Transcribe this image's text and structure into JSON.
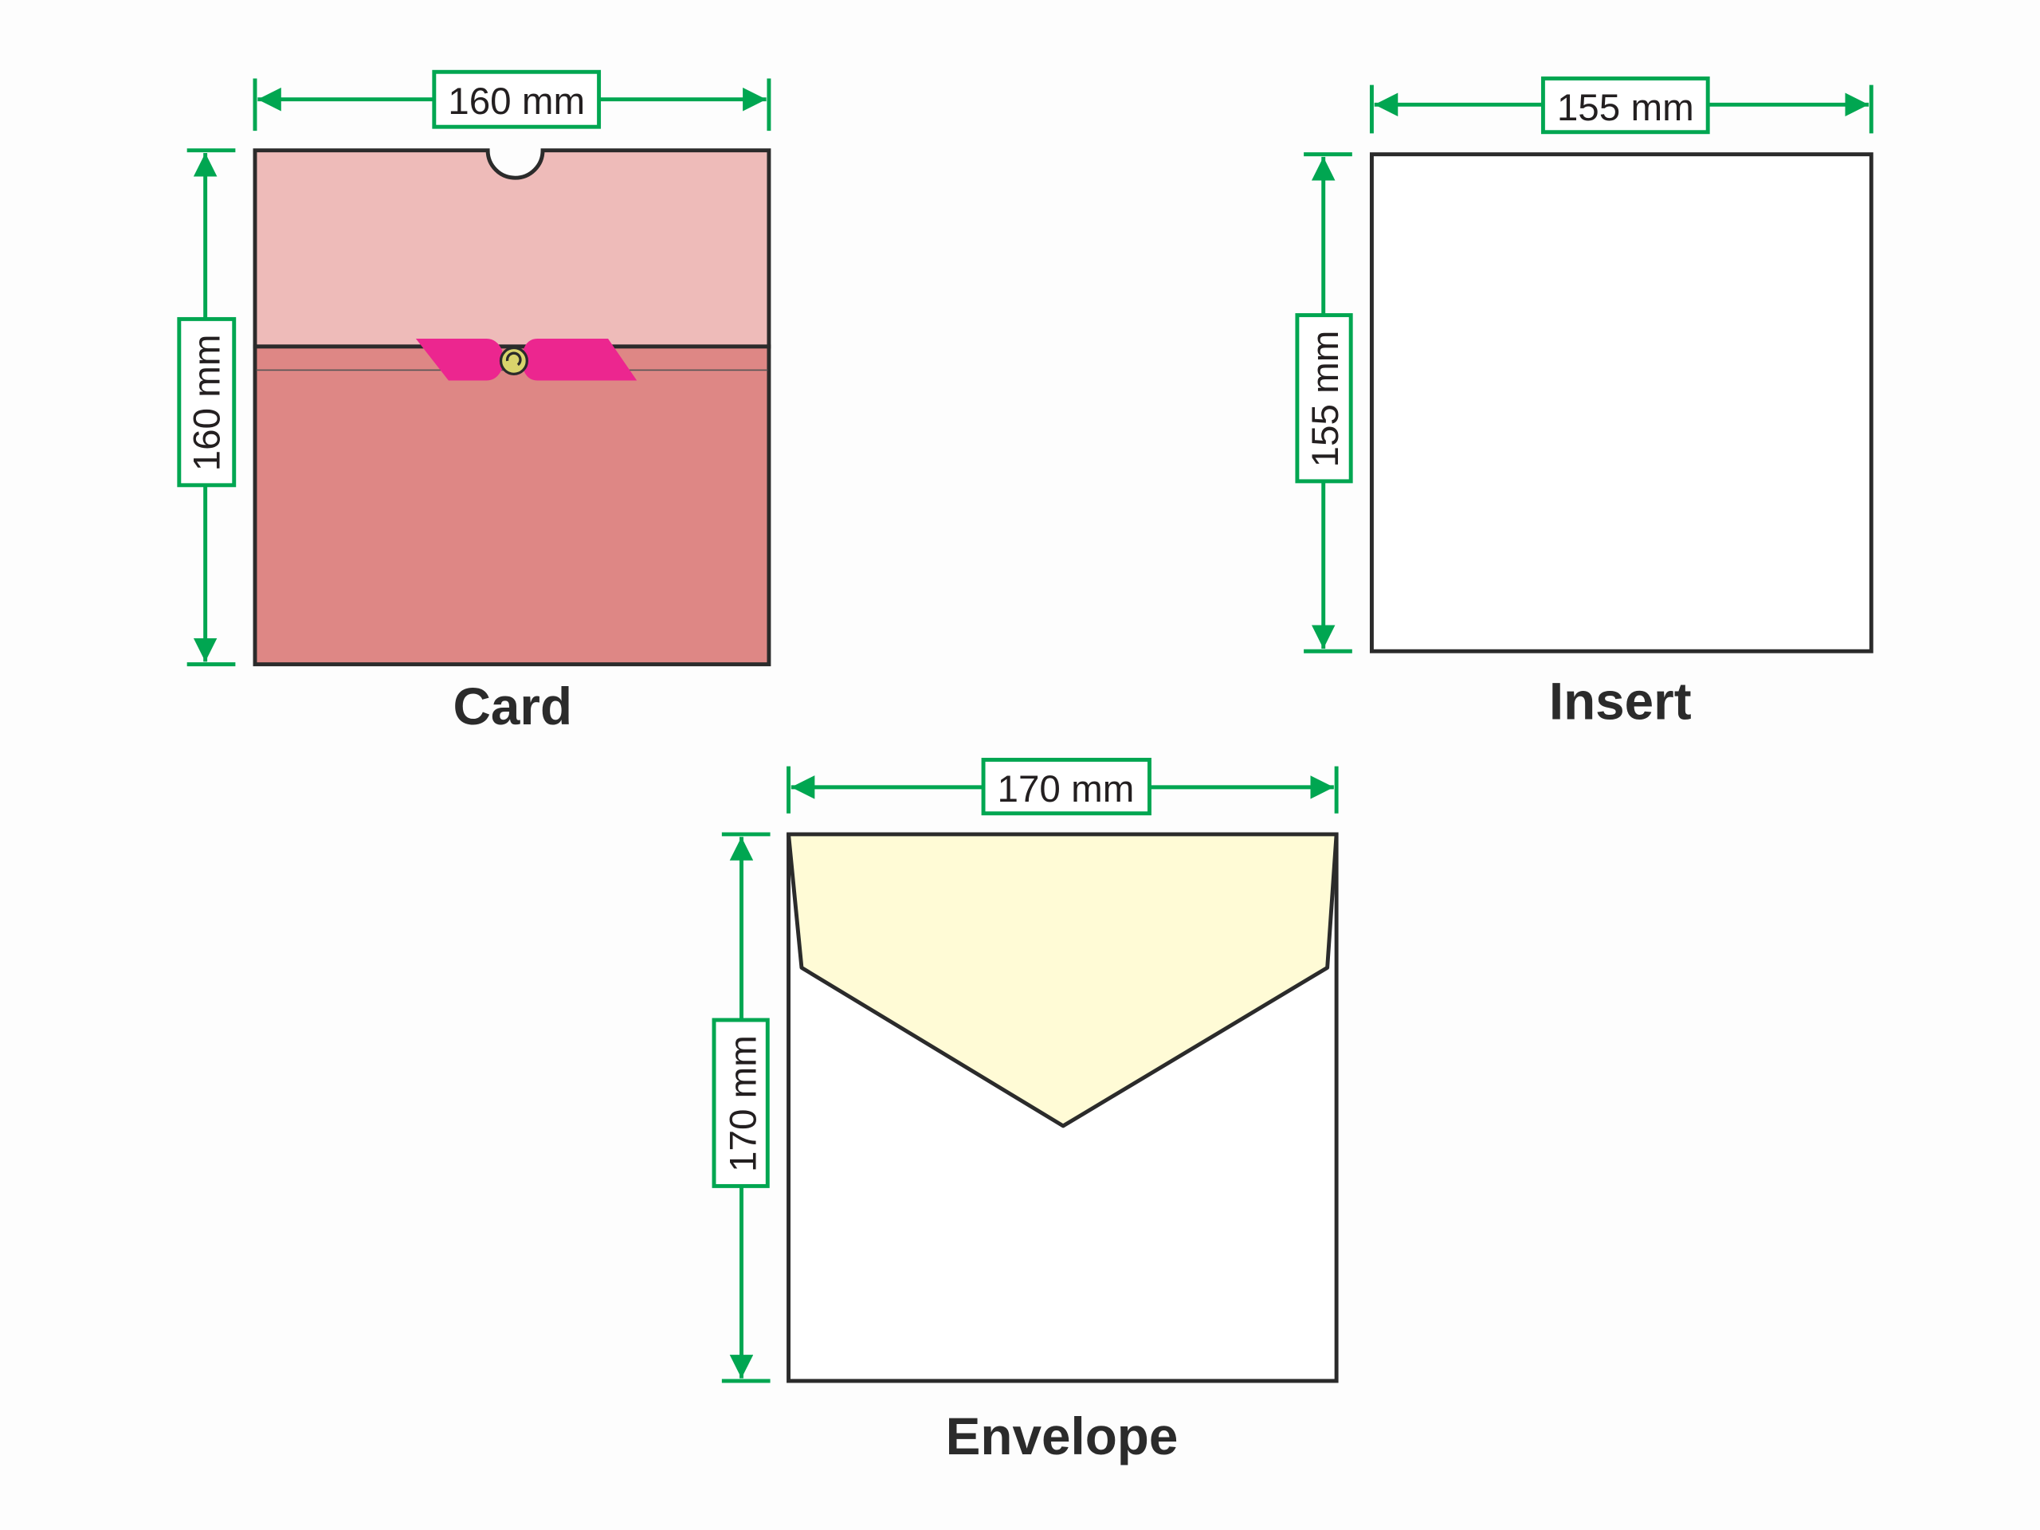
{
  "card": {
    "label": "Card",
    "width": "160 mm",
    "height": "160 mm",
    "colors": {
      "top": "#eebbb9",
      "bottom": "#de8785",
      "ribbon": "#ec268f",
      "clasp": "#d9d46c"
    }
  },
  "insert": {
    "label": "Insert",
    "width": "155 mm",
    "height": "155 mm"
  },
  "envelope": {
    "label": "Envelope",
    "width": "170 mm",
    "height": "170 mm",
    "colors": {
      "flap": "#fffbd6"
    }
  },
  "colors": {
    "dimension": "#00a651",
    "outline": "#2b2b2b"
  }
}
